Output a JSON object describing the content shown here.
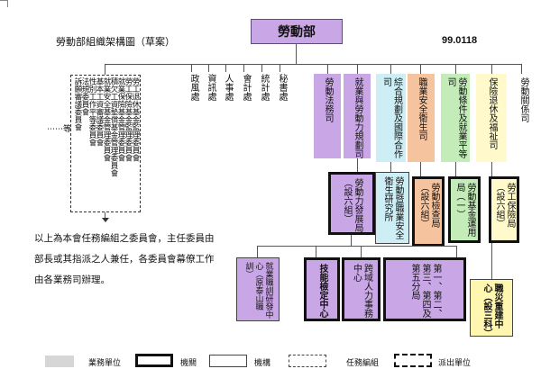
{
  "title": "勞動部組織架構圖（草案）",
  "date": "99.0118",
  "root": "勞動部",
  "committees": [
    "勞工退休基金監理委員會",
    "勞工保險基金監理委員會",
    "就業保險基金管理委員會",
    "積欠工資墊償基金管理委員會",
    "就業安全基金管理委員會",
    "基本工資審議委員會",
    "性別工作平等委員會",
    "法規委員會",
    "訴願審議委員會"
  ],
  "committees_etc": "⋯⋯等",
  "staff_units": [
    "政風處",
    "資訊處",
    "人事處",
    "會計處",
    "統計處",
    "秘書處"
  ],
  "departments": [
    "勞動法務司",
    "就業與勞動力規劃司",
    "綜合規劃及國際合作司",
    "職業安全衛生司",
    "勞動條件及就業平等司",
    "保險退休及福祉司",
    "勞動關係司"
  ],
  "agencies": {
    "workforce": "勞動力發展局（設六組）",
    "research": "勞動暨職業安全衛生研究所",
    "inspection": "勞動檢查局（設六組）",
    "fund": "勞動基金運用局（一）",
    "insurance": "勞工保險局（設六組）"
  },
  "sub_units": {
    "training": "就業職訓研發中心（原泰山職訓）",
    "skills": "技能檢定中心",
    "cross_region": "跨域人力事務中心",
    "branches": "第一、第二、第三、第四及第五分局",
    "occupational": "職災重建中心（設三科）"
  },
  "note": "以上為本會任務編組之委員會，主任委員由部長或其指派之人兼任，各委員會幕僚工作由各業務司辦理。",
  "legend": {
    "business": "業務單位",
    "organ": "機關",
    "institution": "機構",
    "task_force": "任務編組",
    "dispatched": "派出單位"
  },
  "colors": {
    "purple": "#c9a6e6",
    "cyan": "#cdeef5",
    "orange": "#f6c39f",
    "green": "#c3ecb9",
    "yellow": "#fff6b0",
    "grey": "#d6d6d6"
  }
}
